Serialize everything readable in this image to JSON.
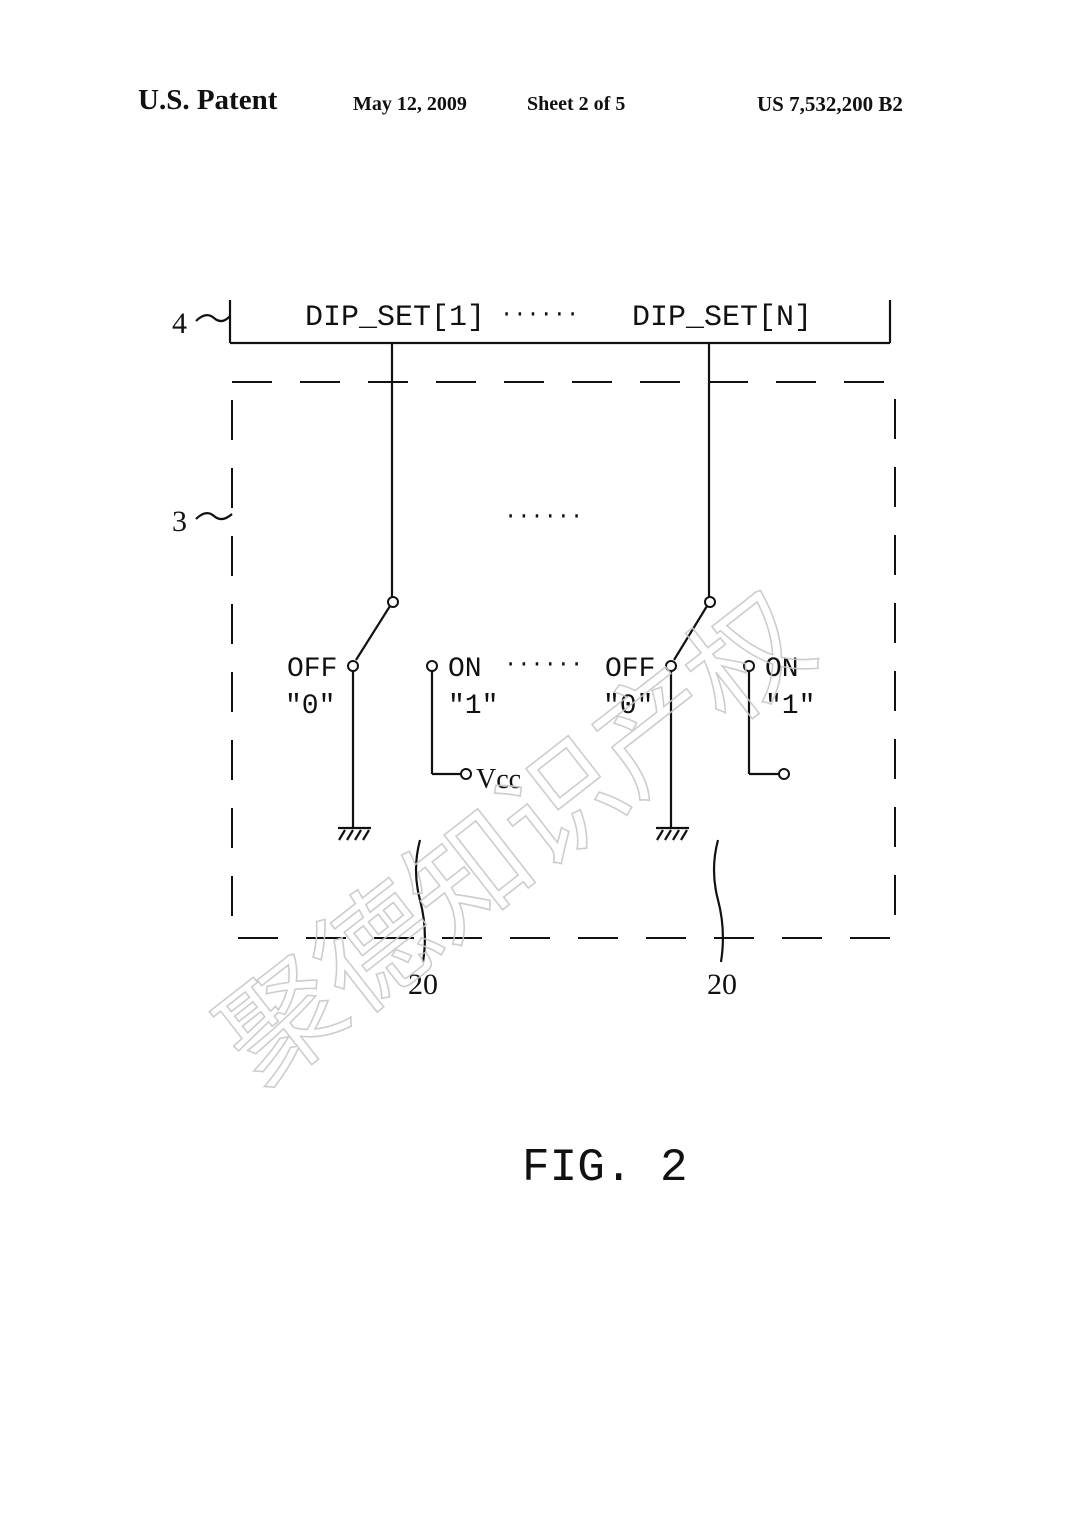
{
  "header": {
    "patent": "U.S. Patent",
    "date": "May 12, 2009",
    "sheet": "Sheet 2 of 5",
    "number": "US 7,532,200 B2"
  },
  "diagram": {
    "bus_ref": "4",
    "block_ref": "3",
    "bus_label_first": "DIP_SET[1]",
    "bus_label_last": "DIP_SET[N]",
    "dots_bus": "······",
    "dots_middle": "······",
    "dots_switch": "······",
    "switches": [
      {
        "off_label": "OFF",
        "off_value": "\"0\"",
        "on_label": "ON",
        "on_value": "\"1\"",
        "supply": "Vcc",
        "ref": "20"
      },
      {
        "off_label": "OFF",
        "off_value": "\"0\"",
        "on_label": "ON",
        "on_value": "\"1\"",
        "supply": "",
        "ref": "20"
      }
    ],
    "caption": "FIG. 2"
  },
  "watermark": "聚德知识产权"
}
